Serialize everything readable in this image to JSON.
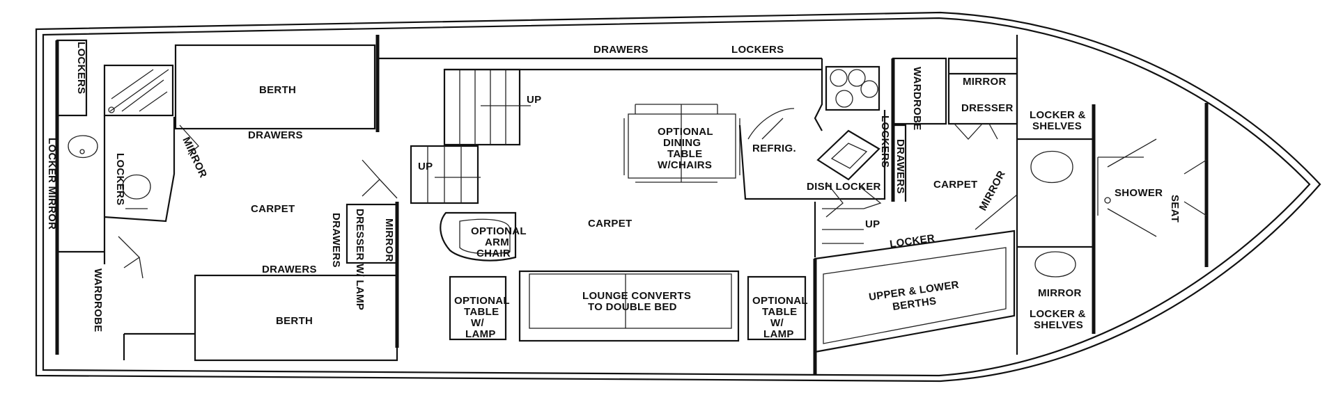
{
  "labels": {
    "lockers_aft": "LOCKERS",
    "berth_top": "BERTH",
    "drawers_top": "DRAWERS",
    "mirror_aft": "MIRROR",
    "locker_mirror_aft": "LOCKER MIRROR",
    "lockers_head": "LOCKERS",
    "carpet_aft": "CARPET",
    "wardrobe_aft": "WARDROBE",
    "drawers_bottom": "DRAWERS",
    "berth_bottom": "BERTH",
    "drawers_side": "DRAWERS",
    "dresser_lamp": "DRESSER W/ LAMP",
    "mirror_dresser": "MIRROR",
    "up_stair_1": "UP",
    "up_stair_2": "UP",
    "drawers_main": "DRAWERS",
    "lockers_main": "LOCKERS",
    "dining_1": "OPTIONAL",
    "dining_2": "DINING",
    "dining_3": "TABLE",
    "dining_4": "W/CHAIRS",
    "armchair_1": "OPTIONAL",
    "armchair_2": "ARM",
    "armchair_3": "CHAIR",
    "carpet_main": "CARPET",
    "opt_table_left_1": "OPTIONAL",
    "opt_table_left_2": "TABLE",
    "opt_table_left_3": "W/",
    "opt_table_left_4": "LAMP",
    "lounge_1": "LOUNGE CONVERTS",
    "lounge_2": "TO DOUBLE BED",
    "opt_table_right_1": "OPTIONAL",
    "opt_table_right_2": "TABLE",
    "opt_table_right_3": "W/",
    "opt_table_right_4": "LAMP",
    "refrig": "REFRIG.",
    "dish_locker": "DISH LOCKER",
    "lockers_galley": "LOCKERS",
    "up_galley": "UP",
    "wardrobe_fwd": "WARDROBE",
    "mirror_fwd": "MIRROR",
    "dresser_fwd": "DRESSER",
    "drawers_fwd": "DRAWERS",
    "carpet_fwd": "CARPET",
    "mirror_fwd_diag": "MIRROR",
    "locker_fwd": "LOCKER",
    "upper_lower_1": "UPPER & LOWER",
    "upper_lower_2": "BERTHS",
    "locker_shelves_top_1": "LOCKER &",
    "locker_shelves_top_2": "SHELVES",
    "shower": "SHOWER",
    "seat": "SEAT",
    "mirror_head_fwd": "MIRROR",
    "locker_shelves_bot_1": "LOCKER &",
    "locker_shelves_bot_2": "SHELVES"
  }
}
